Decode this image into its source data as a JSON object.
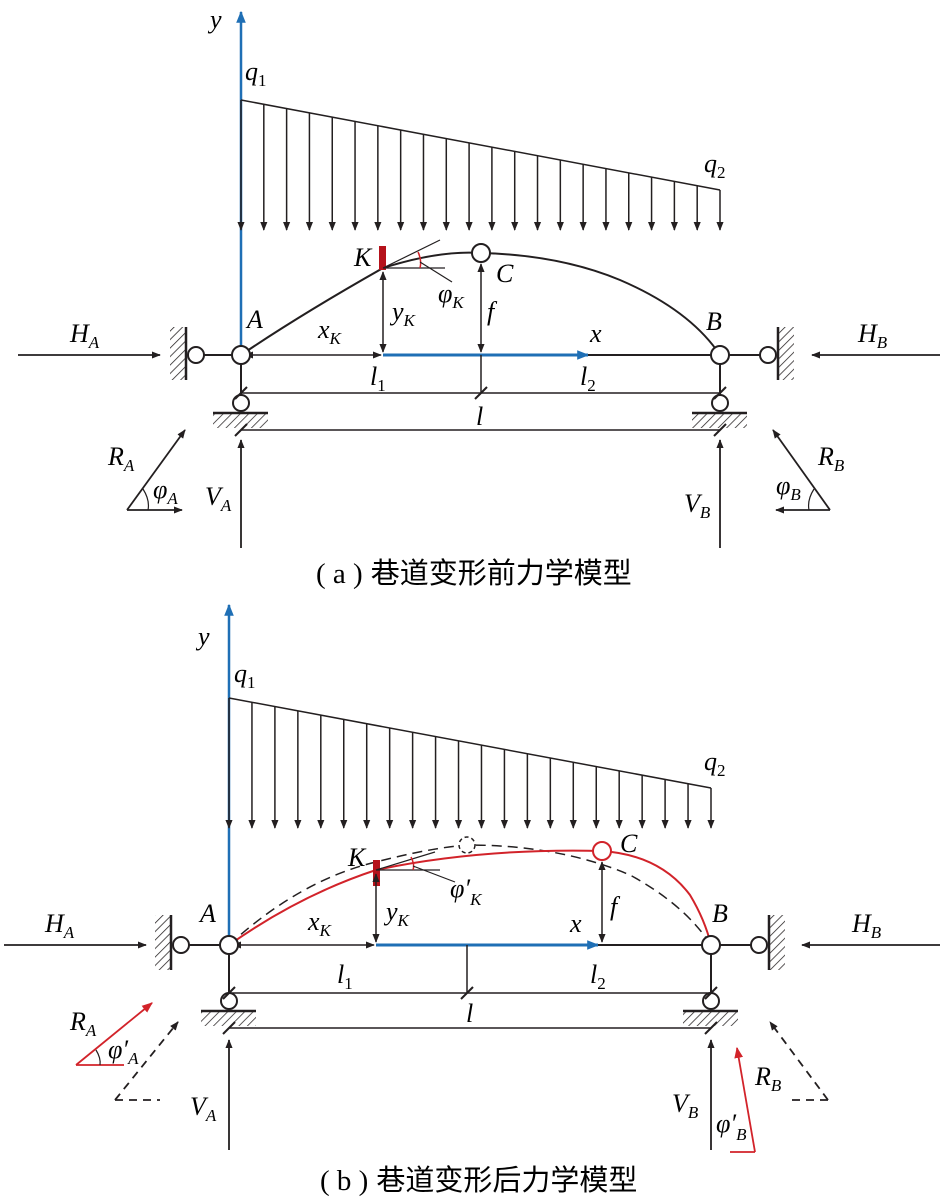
{
  "colors": {
    "ink": "#231f20",
    "blue": "#1f6fb5",
    "red": "#d2232a",
    "darkred": "#b5121b"
  },
  "panel_a": {
    "caption_prefix": "( a )",
    "caption": "巷道变形前力学模型",
    "labels": {
      "y": "y",
      "x": "x",
      "q1": "q",
      "q1_sub": "1",
      "q2": "q",
      "q2_sub": "2",
      "K": "K",
      "C": "C",
      "A": "A",
      "B": "B",
      "f": "f",
      "phi_K": "φ",
      "phi_K_sub": "K",
      "xK": "x",
      "xK_sub": "K",
      "yK": "y",
      "yK_sub": "K",
      "HA": "H",
      "HA_sub": "A",
      "HB": "H",
      "HB_sub": "B",
      "l1": "l",
      "l1_sub": "1",
      "l2": "l",
      "l2_sub": "2",
      "l": "l",
      "RA": "R",
      "RA_sub": "A",
      "RB": "R",
      "RB_sub": "B",
      "phiA": "φ",
      "phiA_sub": "A",
      "phiB": "φ",
      "phiB_sub": "B",
      "VA": "V",
      "VA_sub": "A",
      "VB": "V",
      "VB_sub": "B"
    }
  },
  "panel_b": {
    "caption_prefix": "( b )",
    "caption": "巷道变形后力学模型",
    "labels": {
      "y": "y",
      "x": "x",
      "q1": "q",
      "q1_sub": "1",
      "q2": "q",
      "q2_sub": "2",
      "K": "K",
      "C": "C",
      "A": "A",
      "B": "B",
      "f": "f",
      "phi_K": "φ′",
      "phi_K_sub": "K",
      "xK": "x",
      "xK_sub": "K",
      "yK": "y",
      "yK_sub": "K",
      "HA": "H",
      "HA_sub": "A",
      "HB": "H",
      "HB_sub": "B",
      "l1": "l",
      "l1_sub": "1",
      "l2": "l",
      "l2_sub": "2",
      "l": "l",
      "RA": "R",
      "RA_sub": "A",
      "RB": "R",
      "RB_sub": "B",
      "phiA": "φ′",
      "phiA_sub": "A",
      "phiB": "φ′",
      "phiB_sub": "B",
      "VA": "V",
      "VA_sub": "A",
      "VB": "V",
      "VB_sub": "B"
    }
  }
}
